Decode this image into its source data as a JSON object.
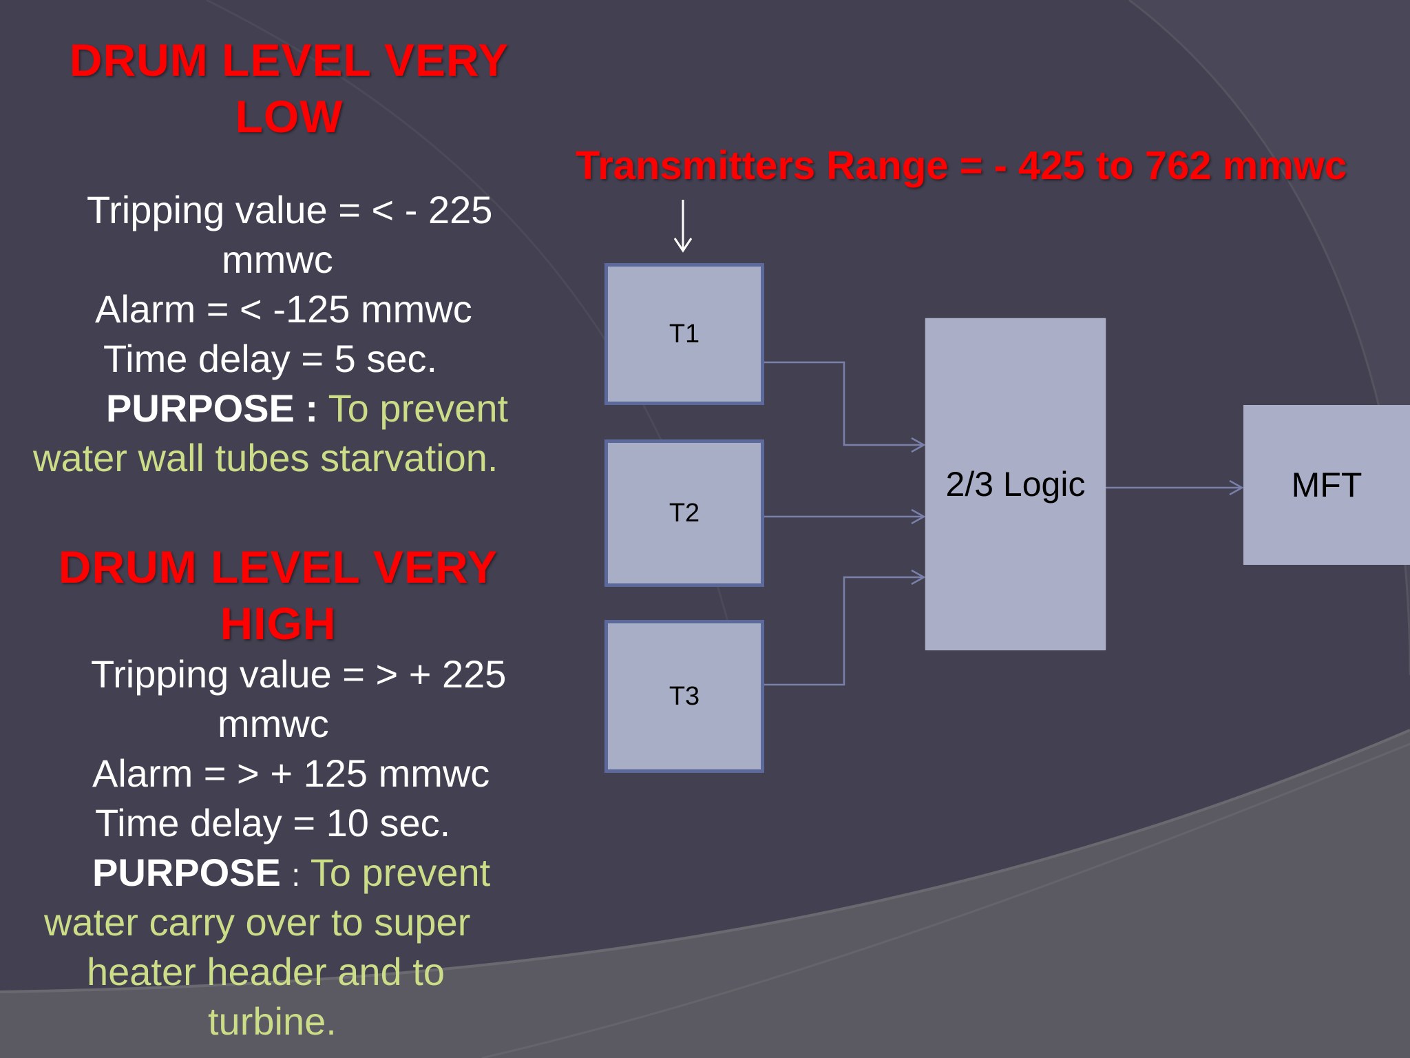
{
  "low": {
    "heading_line1": "DRUM LEVEL VERY",
    "heading_line2": "LOW",
    "trip_line1": "Tripping value = < - 225",
    "trip_line2": "mmwc",
    "alarm": "Alarm = < -125 mmwc",
    "delay": "Time delay = 5 sec.",
    "purpose_label": "PURPOSE :",
    "purpose_text_line1": "To prevent",
    "purpose_text_line2": "water wall tubes starvation."
  },
  "high": {
    "heading_line1": "DRUM LEVEL VERY",
    "heading_line2": "HIGH",
    "trip_line1": "Tripping value = > + 225",
    "trip_line2": "mmwc",
    "alarm": "Alarm = > + 125 mmwc",
    "delay": "Time delay = 10 sec.",
    "purpose_label": "PURPOSE",
    "purpose_colon": ":",
    "purpose_text_line1": "To prevent",
    "purpose_text_line2": "water carry over  to super",
    "purpose_text_line3": "heater header and to",
    "purpose_text_line4": "turbine."
  },
  "diagram": {
    "range_title": "Transmitters  Range = - 425 to 762  mmwc",
    "t1": "T1",
    "t2": "T2",
    "t3": "T3",
    "logic": "2/3 Logic",
    "mft": "MFT"
  },
  "colors": {
    "background": "#434151",
    "heading_red": "#ff0000",
    "purpose_green": "#ccdd88",
    "box_fill": "#a9aec7",
    "box_border": "#5b6a9a",
    "connector": "#7a80aa"
  }
}
